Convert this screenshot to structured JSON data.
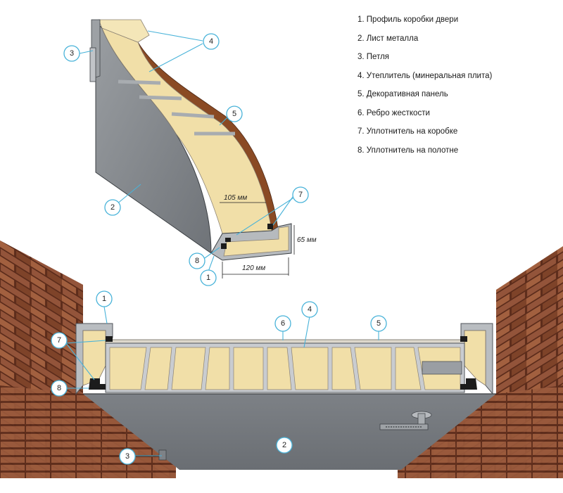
{
  "legend": {
    "items": [
      "1. Профиль коробки двери",
      "2. Лист металла",
      "3. Петля",
      "4. Утеплитель (минеральная плита)",
      "5. Декоративная панель",
      "6. Ребро жесткости",
      "7. Уплотнитель на коробке",
      "8. Уплотнитель на полотне"
    ]
  },
  "callouts": {
    "n1": "1",
    "n2": "2",
    "n3": "3",
    "n4": "4",
    "n5": "5",
    "n6": "6",
    "n7": "7",
    "n8": "8"
  },
  "dimensions": {
    "thickness": "105 мм",
    "height": "65 мм",
    "width": "120 мм"
  },
  "colors": {
    "insulation": "#f1dfa8",
    "metal": "#8e9296",
    "panel": "#8a4a24",
    "brick": "#8b4a30",
    "accent": "#49b3d9"
  }
}
